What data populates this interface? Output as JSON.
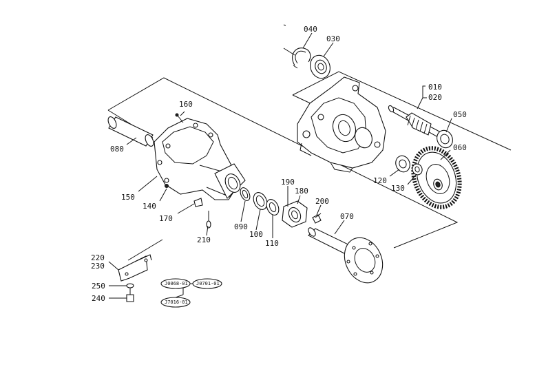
{
  "diagram": {
    "type": "exploded parts diagram",
    "part_labels": {
      "p010": "010",
      "p020": "020",
      "p030": "030",
      "p040": "040",
      "p050": "050",
      "p060": "060",
      "p070": "070",
      "p080": "080",
      "p090": "090",
      "p100": "100",
      "p110": "110",
      "p120": "120",
      "p130": "130",
      "p140": "140",
      "p150": "150",
      "p160": "160",
      "p170": "170",
      "p180": "180",
      "p190": "190",
      "p200": "200",
      "p210": "210",
      "p220": "220",
      "p230": "230",
      "p240": "240",
      "p250": "250"
    },
    "reference_tags": {
      "ref1": "J0068-01",
      "ref2": "J0701-01",
      "ref3": "J7016-01"
    },
    "line_color": "#111111",
    "background": "#ffffff"
  }
}
